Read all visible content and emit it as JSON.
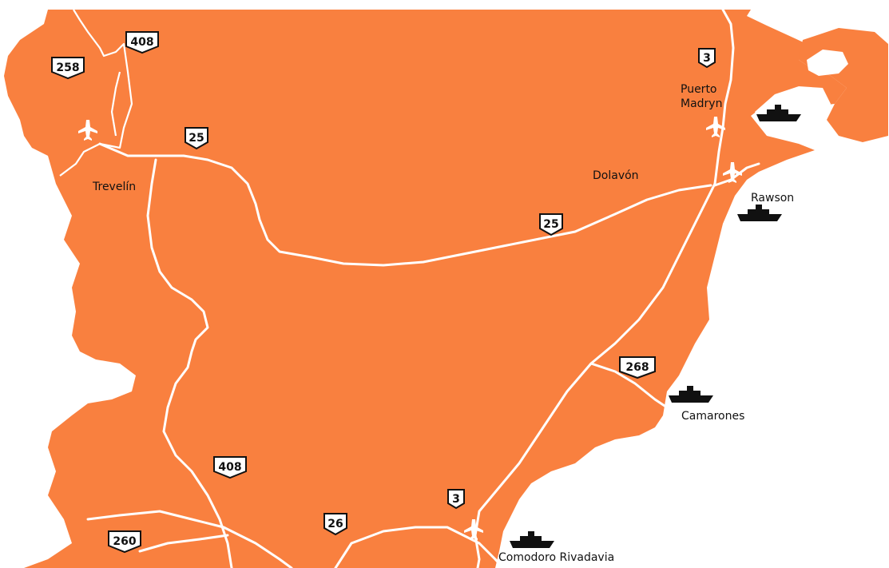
{
  "map": {
    "land_color": "#f9803f",
    "road_color": "#ffffff",
    "water_color": "#ffffff",
    "cities": [
      {
        "id": "trevelin",
        "name": "Trevelín"
      },
      {
        "id": "puerto-madryn-1",
        "name": "Puerto"
      },
      {
        "id": "puerto-madryn-2",
        "name": "Madryn"
      },
      {
        "id": "dolavon",
        "name": "Dolavón"
      },
      {
        "id": "rawson",
        "name": "Rawson"
      },
      {
        "id": "camarones",
        "name": "Camarones"
      },
      {
        "id": "comodoro",
        "name": "Comodoro Rivadavia"
      }
    ],
    "routes": [
      {
        "id": "r408-top",
        "label": "408"
      },
      {
        "id": "r258",
        "label": "258"
      },
      {
        "id": "r25-west",
        "label": "25"
      },
      {
        "id": "r3-north",
        "label": "3"
      },
      {
        "id": "r25-east",
        "label": "25"
      },
      {
        "id": "r268",
        "label": "268"
      },
      {
        "id": "r408-south",
        "label": "408"
      },
      {
        "id": "r3-south",
        "label": "3"
      },
      {
        "id": "r26",
        "label": "26"
      },
      {
        "id": "r260",
        "label": "260"
      }
    ],
    "airports": [
      "airplane-icon",
      "airplane-icon",
      "airplane-icon",
      "airplane-icon"
    ],
    "ports": [
      "ship-icon",
      "ship-icon",
      "ship-icon",
      "ship-icon"
    ]
  }
}
